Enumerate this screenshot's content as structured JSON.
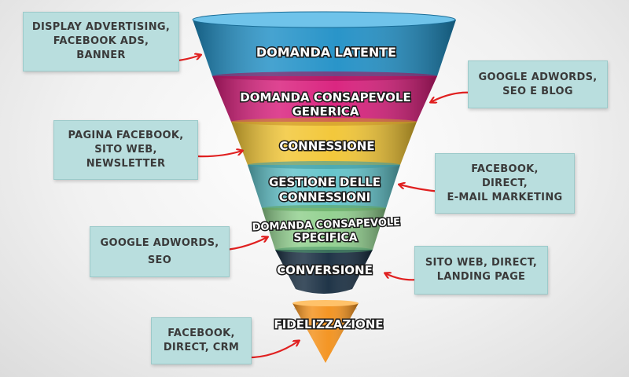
{
  "stages": [
    {
      "id": "domanda-latente",
      "lines": [
        "DOMANDA LATENTE"
      ],
      "color": "#1e8fc6"
    },
    {
      "id": "domanda-consapevole-generica",
      "lines": [
        "DOMANDA CONSAPEVOLE",
        "GENERICA"
      ],
      "color": "#d81b7a"
    },
    {
      "id": "connessione",
      "lines": [
        "CONNESSIONE"
      ],
      "color": "#f2c531"
    },
    {
      "id": "gestione-delle-connessioni",
      "lines": [
        "GESTIONE DELLE",
        "CONNESSIONI"
      ],
      "color": "#5fc2c9"
    },
    {
      "id": "domanda-consapevole-specifica",
      "lines": [
        "DOMANDA CONSAPEVOLE",
        "SPECIFICA"
      ],
      "color": "#8fcf8c"
    },
    {
      "id": "conversione",
      "lines": [
        "CONVERSIONE"
      ],
      "color": "#142a3e"
    },
    {
      "id": "fidelizzazione",
      "lines": [
        "FIDELIZZAZIONE"
      ],
      "color": "#f39019"
    }
  ],
  "callouts": {
    "display_advertising": [
      "DISPLAY ADVERTISING,",
      "FACEBOOK ADS,",
      "BANNER"
    ],
    "google_adwords_seo_blog": [
      "GOOGLE ADWORDS,",
      "SEO E BLOG"
    ],
    "pagina_facebook": [
      "PAGINA FACEBOOK,",
      "SITO WEB,",
      "NEWSLETTER"
    ],
    "facebook_direct_email": [
      "FACEBOOK,",
      "DIRECT,",
      "E-MAIL MARKETING"
    ],
    "google_adwords_seo": [
      "GOOGLE ADWORDS,",
      "SEO"
    ],
    "sito_web_direct": [
      "SITO WEB, DIRECT,",
      "LANDING PAGE"
    ],
    "facebook_direct_crm": [
      "FACEBOOK,",
      "DIRECT, CRM"
    ]
  },
  "colors": {
    "callout_bg": "#b9dede",
    "arrow": "#e02020",
    "label_fill": "#ffffff",
    "label_stroke": "#1a1a1a"
  }
}
